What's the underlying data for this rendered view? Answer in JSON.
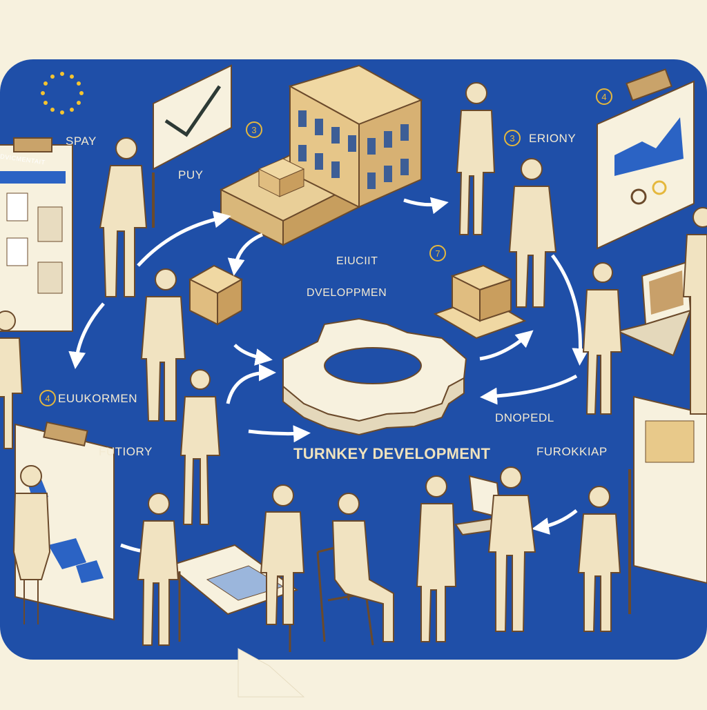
{
  "labels": {
    "spay": "SPAY",
    "puy": "PUY",
    "eriony": "ERIONY",
    "eiucht": "EIUCIIT",
    "dveloppmen": "DVELOPPMEN",
    "euukormen": "EUUKORMEN",
    "futiory": "FUTIORY",
    "dnopedl": "DNOPEDL",
    "furokkiap": "FUROKKIAP",
    "center_title": "TURNKEY DEVELOPMENT",
    "clipboard_sign": "DVICMENTAIT"
  },
  "badges": {
    "b1": "3",
    "b2": "3",
    "b3": "4",
    "b4": "7",
    "b5": "4"
  },
  "icons": [
    "eu-stars-icon",
    "gear-icon",
    "building-icon",
    "laptop-icon",
    "clipboard-icon",
    "cycle-arrow-icon"
  ],
  "colors": {
    "background_blue": "#1f4fa8",
    "frame_cream": "#f7f1de",
    "figure_beige": "#f1e3c1",
    "outline_brown": "#6b4a2b",
    "badge_gold": "#e5b83d"
  }
}
